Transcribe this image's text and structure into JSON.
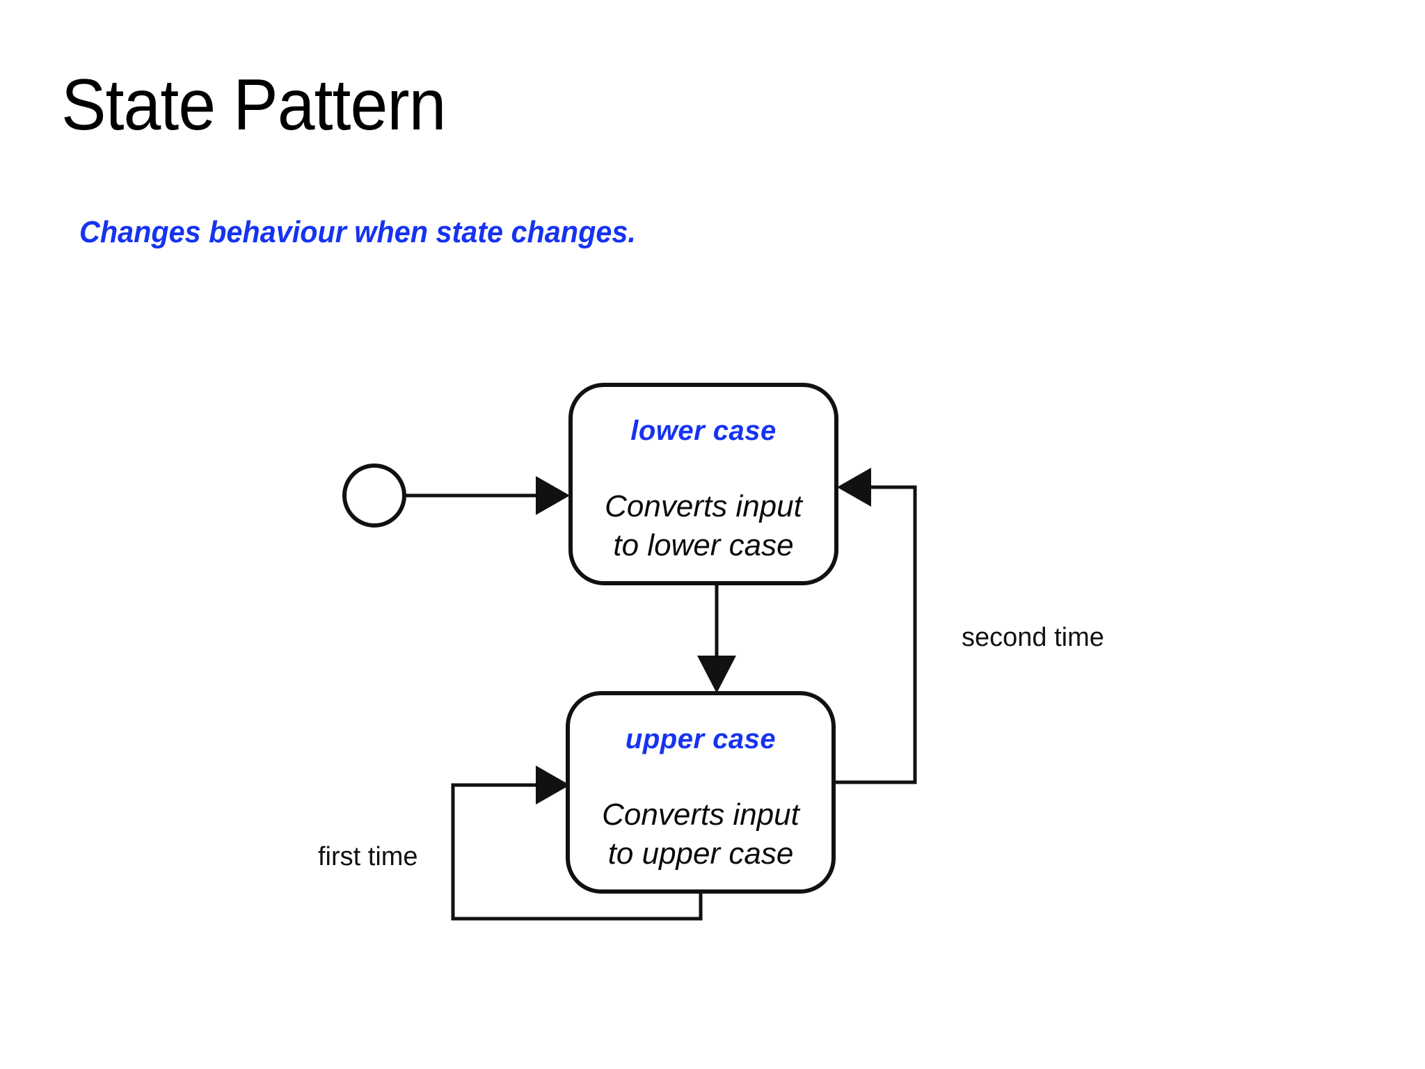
{
  "slide": {
    "title": "State Pattern",
    "subtitle": "Changes behaviour when state changes.",
    "background_color": "#ffffff",
    "accent_color": "#1633f0",
    "line_color": "#111111"
  },
  "diagram": {
    "type": "uml-state-machine",
    "initial_state": {
      "name": "initial-pseudostate",
      "shape": "circle"
    },
    "states": [
      {
        "id": "lower-case",
        "title": "lower case",
        "body_line_1": "Converts input",
        "body_line_2": "to lower case",
        "title_color": "#1633f0",
        "body_color": "#0a0a0a"
      },
      {
        "id": "upper-case",
        "title": "upper case",
        "body_line_1": "Converts input",
        "body_line_2": "to upper case",
        "title_color": "#1633f0",
        "body_color": "#0a0a0a"
      }
    ],
    "transitions": [
      {
        "id": "start-to-lower",
        "from": "initial",
        "to": "lower-case",
        "label": ""
      },
      {
        "id": "lower-to-upper",
        "from": "lower-case",
        "to": "upper-case",
        "label": ""
      },
      {
        "id": "upper-to-lower",
        "from": "upper-case",
        "to": "lower-case",
        "label": "second time"
      },
      {
        "id": "upper-to-upper",
        "from": "upper-case",
        "to": "upper-case",
        "label": "first time"
      }
    ],
    "labels": {
      "second_time": "second time",
      "first_time": "first time"
    }
  }
}
